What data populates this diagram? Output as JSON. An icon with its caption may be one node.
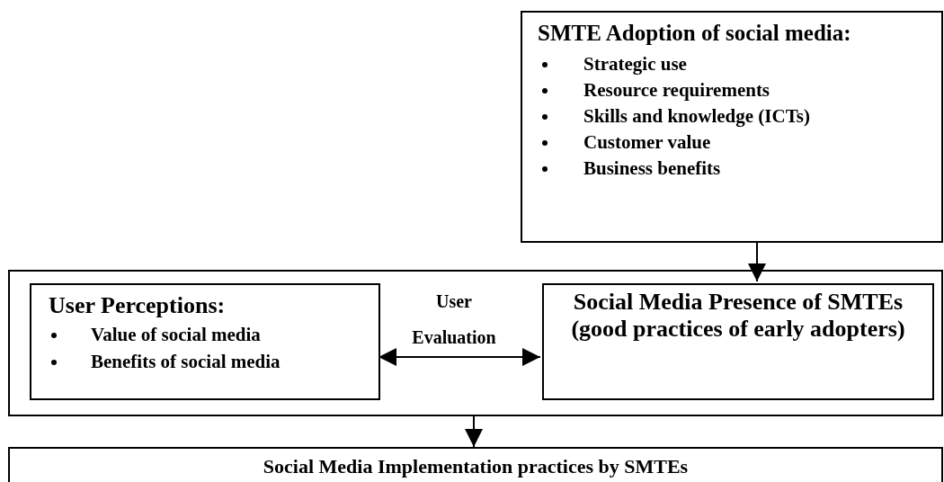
{
  "diagram": {
    "nodes": [
      {
        "text": [
          "SMTE Adoption of social media:",
          "Strategic use",
          "Resource requirements",
          "Skills and knowledge (ICTs)",
          "Customer value",
          "Business benefits"
        ]
      },
      {
        "text": [],
        "shape": "box"
      },
      {
        "text": [
          "User Perceptions:",
          "Value of social media",
          "Benefits of social media"
        ],
        "in": 1
      },
      {
        "text": [
          "Social Media Presence of SMTEs (good practices of early adopters)"
        ],
        "in": 1
      },
      {
        "text": [
          "Social Media Implementation practices by SMTEs"
        ]
      }
    ],
    "edges": [
      {
        "from": 0,
        "to": 3,
        "arrow": "to"
      },
      {
        "from": 2,
        "to": 3,
        "arrow": "both",
        "label": "User Evaluation"
      },
      {
        "from": 1,
        "to": 4,
        "arrow": "to"
      }
    ]
  }
}
